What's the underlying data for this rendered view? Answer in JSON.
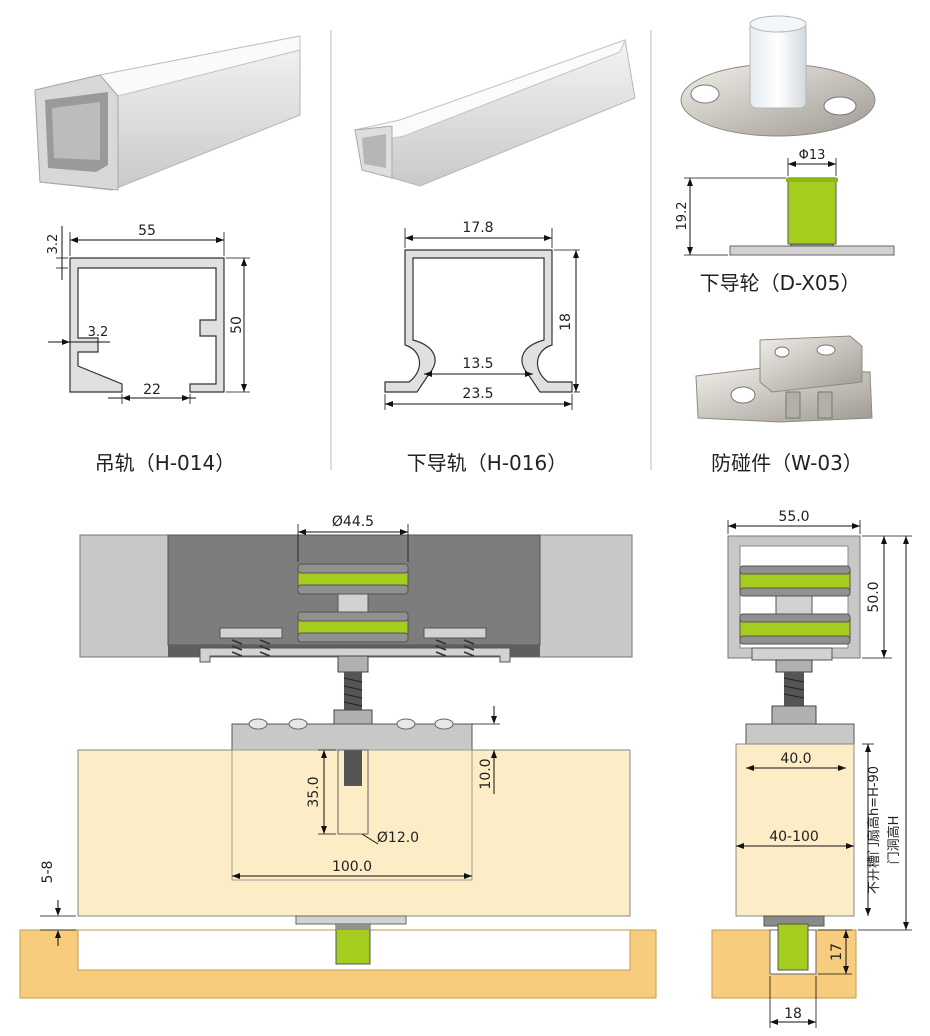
{
  "colors": {
    "door_wood": "#fdedc6",
    "floor_wood": "#f7cc7d",
    "rail_light": "#c8c8c8",
    "rail_dark": "#7d7d7d",
    "wheel_green": "#a5cd1e",
    "wheel_gray": "#909090",
    "metal": "#d2d2d2"
  },
  "top_row": {
    "hanging_rail": {
      "caption": "吊轨（H-014）",
      "dims": {
        "width": "55",
        "height": "50",
        "wall": "3.2",
        "lip": "3.2",
        "slot": "22"
      }
    },
    "bottom_guide_rail": {
      "caption": "下导轨（H-016）",
      "dims": {
        "width": "17.8",
        "height": "18",
        "inner": "13.5",
        "outer": "23.5"
      }
    },
    "bottom_guide_wheel": {
      "caption": "下导轮（D-X05）",
      "dims": {
        "diameter": "Φ13",
        "height": "19.2"
      }
    },
    "anti_collision": {
      "caption": "防碰件（W-03）"
    }
  },
  "front_view": {
    "dims": {
      "wheel_diameter": "Ø44.5",
      "bolt_depth": "35.0",
      "hole_diameter": "Ø12.0",
      "plate_width": "100.0",
      "plate_recess": "10.0",
      "floor_gap": "5-8"
    }
  },
  "side_view": {
    "dims": {
      "rail_width": "55.0",
      "rail_height": "50.0",
      "plate_width": "40.0",
      "door_thickness": "40-100",
      "door_height_label": "不开槽门扇高h=H-90",
      "opening_height_label": "门洞高H",
      "guide_height": "17",
      "guide_width": "18"
    }
  }
}
